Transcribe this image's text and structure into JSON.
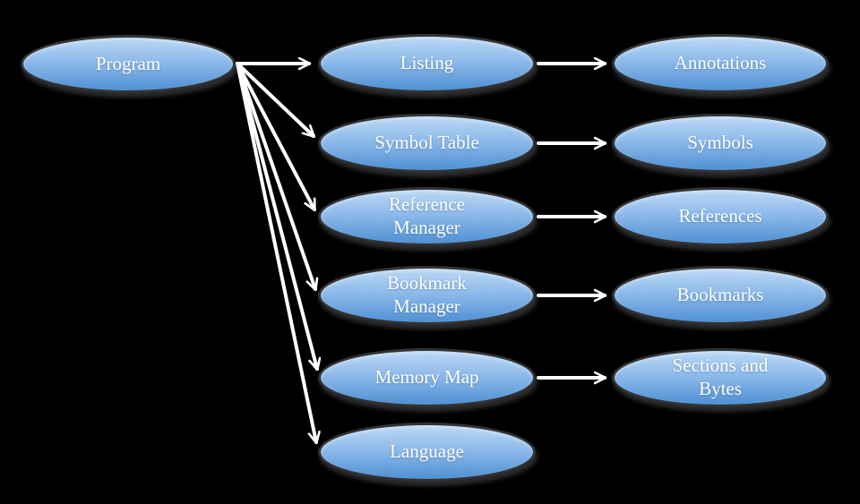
{
  "diagram": {
    "root": {
      "label": "Program"
    },
    "children": [
      {
        "label": "Listing",
        "target": {
          "label": "Annotations"
        }
      },
      {
        "label": "Symbol Table",
        "target": {
          "label": "Symbols"
        }
      },
      {
        "label": "Reference Manager",
        "target": {
          "label": "References"
        }
      },
      {
        "label": "Bookmark Manager",
        "target": {
          "label": "Bookmarks"
        }
      },
      {
        "label": "Memory Map",
        "target": {
          "label": "Sections and Bytes"
        }
      },
      {
        "label": "Language",
        "target": null
      }
    ],
    "colors": {
      "background": "#000000",
      "fill_top": "#bcd9f6",
      "fill_mid": "#87b5e8",
      "fill_bottom": "#4e90d3",
      "border": "#333333",
      "arrow": "#ffffff",
      "text": "#ffffff"
    }
  }
}
